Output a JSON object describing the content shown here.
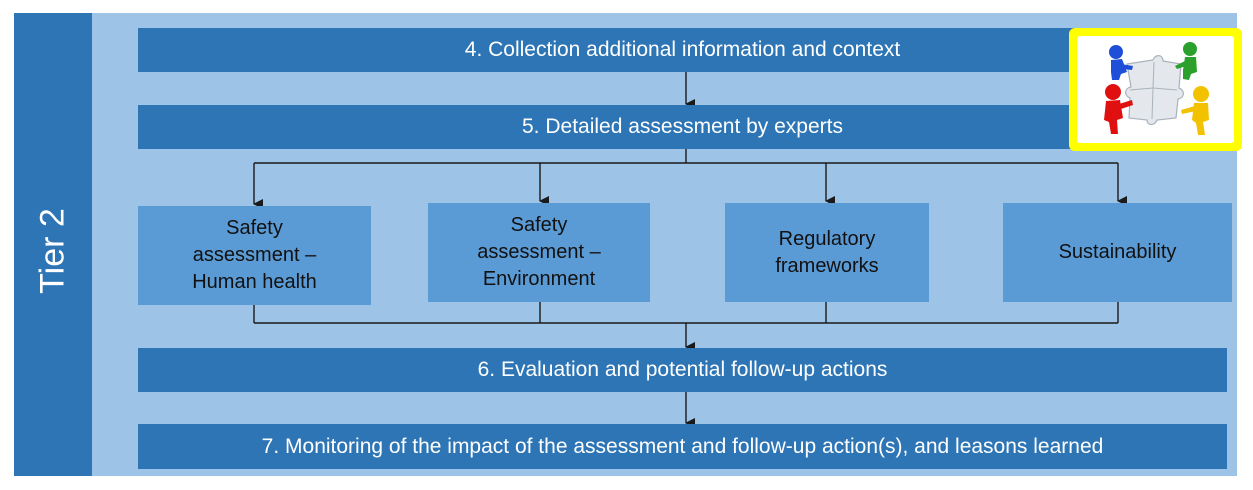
{
  "tier": {
    "label": "Tier 2"
  },
  "steps": {
    "step4": "4. Collection additional information and context",
    "step5": "5. Detailed assessment by experts",
    "step6": "6. Evaluation and potential follow-up actions",
    "step7": "7. Monitoring of the impact of the assessment and follow-up action(s), and leasons learned"
  },
  "assessment_areas": [
    {
      "lines": [
        "Safety",
        "assessment –",
        "Human health"
      ]
    },
    {
      "lines": [
        "Safety",
        "assessment –",
        "Environment"
      ]
    },
    {
      "lines": [
        "Regulatory",
        "frameworks"
      ]
    },
    {
      "lines": [
        "Sustainability"
      ]
    }
  ],
  "illustration": {
    "icon": "puzzle-people-icon",
    "figure_colors": [
      "#1F4FD8",
      "#2CA02C",
      "#E01010",
      "#F2C200"
    ],
    "frame_color": "#FFFF00"
  },
  "colors": {
    "background": "#9DC3E6",
    "tier_band": "#2E75B6",
    "step_bar": "#2E75B6",
    "area_box": "#5B9BD5",
    "connector": "#1A1A1A"
  }
}
